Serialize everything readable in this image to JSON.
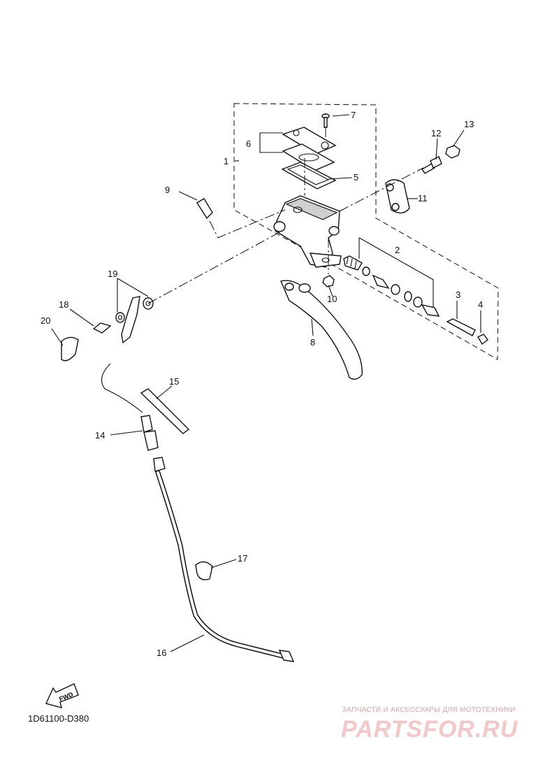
{
  "diagram": {
    "code": "1D61100-D380",
    "fwd_label": "FWD",
    "callouts": {
      "c1": "1",
      "c2": "2",
      "c3": "3",
      "c4": "4",
      "c5": "5",
      "c6": "6",
      "c7": "7",
      "c8": "8",
      "c9": "9",
      "c10": "10",
      "c11": "11",
      "c12": "12",
      "c13": "13",
      "c14": "14",
      "c15": "15",
      "c16": "16",
      "c17": "17",
      "c18": "18",
      "c19": "19",
      "c20": "20"
    }
  },
  "watermark": {
    "caption": "ЗАПЧАСТИ И АКСЕССУАРЫ ДЛЯ МОТОТЕХНИКИ",
    "brand": "PARTSFOR.RU"
  }
}
